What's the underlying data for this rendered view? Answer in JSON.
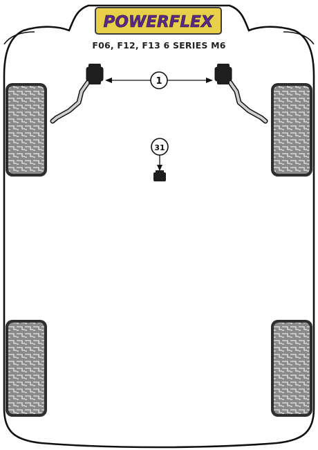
{
  "brand": {
    "logo_text": "POWERFLEX",
    "logo_bg": "#e9d04a",
    "logo_fg": "#5a2a84",
    "logo_border": "#3a3a3a"
  },
  "subtitle": "F06, F12, F13 6 SERIES M6",
  "callouts": [
    {
      "id": "callout-1",
      "label": "1",
      "part": "front-anti-roll-bar-bushes"
    },
    {
      "id": "callout-31",
      "label": "31",
      "part": "centre-bush"
    }
  ],
  "colors": {
    "outline": "#111111",
    "tyre_tread": "#7d7d7d",
    "tyre_dark": "#2e2e2e",
    "bush_fill": "#1e1e1e",
    "bar_fill": "#cfcfcf"
  }
}
